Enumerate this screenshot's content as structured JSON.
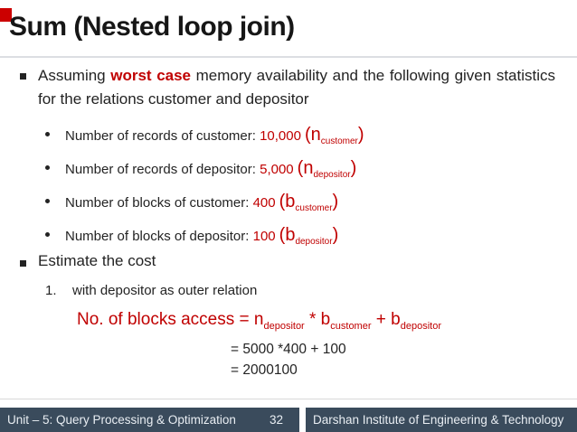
{
  "slide": {
    "title": "Sum (Nested loop join)",
    "accent_color": "#c00000",
    "footer_bg": "#3a4b5c"
  },
  "intro": {
    "pre": "Assuming ",
    "highlight": "worst case",
    "post": " memory availability and the following given statistics for the relations customer and depositor"
  },
  "stats": [
    {
      "label": "Number of records of customer: ",
      "value": "10,000",
      "symbol": "n",
      "subscript": "customer"
    },
    {
      "label": "Number of records of depositor: ",
      "value": "5,000",
      "symbol": "n",
      "subscript": "depositor"
    },
    {
      "label": "Number of blocks of customer: ",
      "value": "400",
      "symbol": "b",
      "subscript": "customer"
    },
    {
      "label": "Number of blocks of depositor: ",
      "value": "100",
      "symbol": "b",
      "subscript": "depositor"
    }
  ],
  "punct": {
    "open": "(",
    "close": ")"
  },
  "estimate": {
    "heading": "Estimate the cost",
    "step_number": "1.",
    "step_text": "with depositor as outer relation"
  },
  "formula": {
    "lead": "No. of blocks access = n",
    "sub1": "depositor",
    "mid1": " * b",
    "sub2": "customer",
    "mid2": " + b",
    "sub3": "depositor"
  },
  "calculations": [
    "= 5000 *400 + 100",
    "= 2000100"
  ],
  "footer": {
    "left_text": "Unit – 5: Query Processing & Optimization",
    "page_number": "32",
    "right_text": "Darshan Institute of Engineering & Technology"
  }
}
